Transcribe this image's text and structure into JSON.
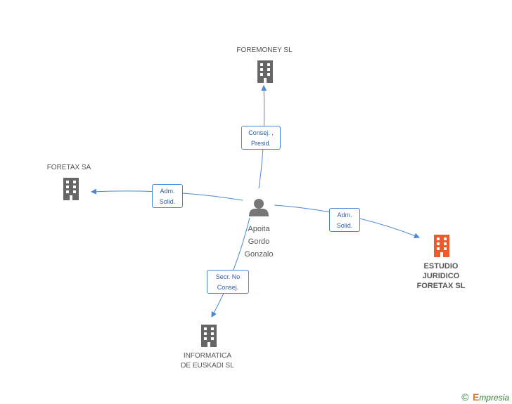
{
  "colors": {
    "edge": "#4a86d6",
    "building": "#666666",
    "building_highlight": "#f05a2a",
    "person": "#777777"
  },
  "nodes": {
    "center": {
      "label": "Apoita\nGordo\nGonzalo",
      "icon": "person-icon"
    },
    "foremoney": {
      "label": "FOREMONEY  SL",
      "icon": "building-icon"
    },
    "foretax": {
      "label": "FORETAX SA",
      "icon": "building-icon"
    },
    "estudio": {
      "label": "ESTUDIO\nJURIDICO\nFORETAX SL",
      "icon": "building-icon"
    },
    "informatica": {
      "label": "INFORMATICA\nDE EUSKADI SL",
      "icon": "building-icon"
    }
  },
  "edges": {
    "foremoney": {
      "label": "Consej. ,\nPresid."
    },
    "foretax": {
      "label": "Adm.\nSolid."
    },
    "estudio": {
      "label": "Adm.\nSolid."
    },
    "informatica": {
      "label": "Secr.  No\nConsej."
    }
  },
  "footer": {
    "copyright": "©",
    "brand_initial": "E",
    "brand_rest": "mpresia"
  }
}
